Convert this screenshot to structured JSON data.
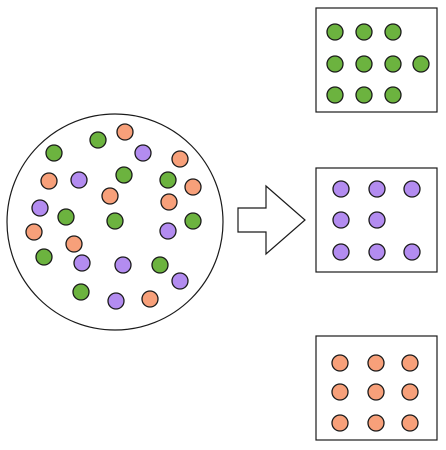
{
  "colors": {
    "green": "#6cb33f",
    "purple": "#b38cf0",
    "orange": "#f7a07a",
    "stroke": "#1a1a1a",
    "background": "#ffffff"
  },
  "mixed_pool": {
    "dots": [
      {
        "color": "green"
      },
      {
        "color": "green"
      },
      {
        "color": "orange"
      },
      {
        "color": "purple"
      },
      {
        "color": "orange"
      },
      {
        "color": "orange"
      },
      {
        "color": "purple"
      },
      {
        "color": "green"
      },
      {
        "color": "green"
      },
      {
        "color": "orange"
      },
      {
        "color": "orange"
      },
      {
        "color": "orange"
      },
      {
        "color": "purple"
      },
      {
        "color": "green"
      },
      {
        "color": "green"
      },
      {
        "color": "orange"
      },
      {
        "color": "green"
      },
      {
        "color": "orange"
      },
      {
        "color": "purple"
      },
      {
        "color": "green"
      },
      {
        "color": "purple"
      },
      {
        "color": "purple"
      },
      {
        "color": "green"
      },
      {
        "color": "purple"
      },
      {
        "color": "green"
      },
      {
        "color": "purple"
      },
      {
        "color": "orange"
      }
    ]
  },
  "arrow": {
    "direction": "right"
  },
  "sorted_boxes": [
    {
      "color": "green",
      "count": 10
    },
    {
      "color": "purple",
      "count": 8
    },
    {
      "color": "orange",
      "count": 9
    }
  ]
}
